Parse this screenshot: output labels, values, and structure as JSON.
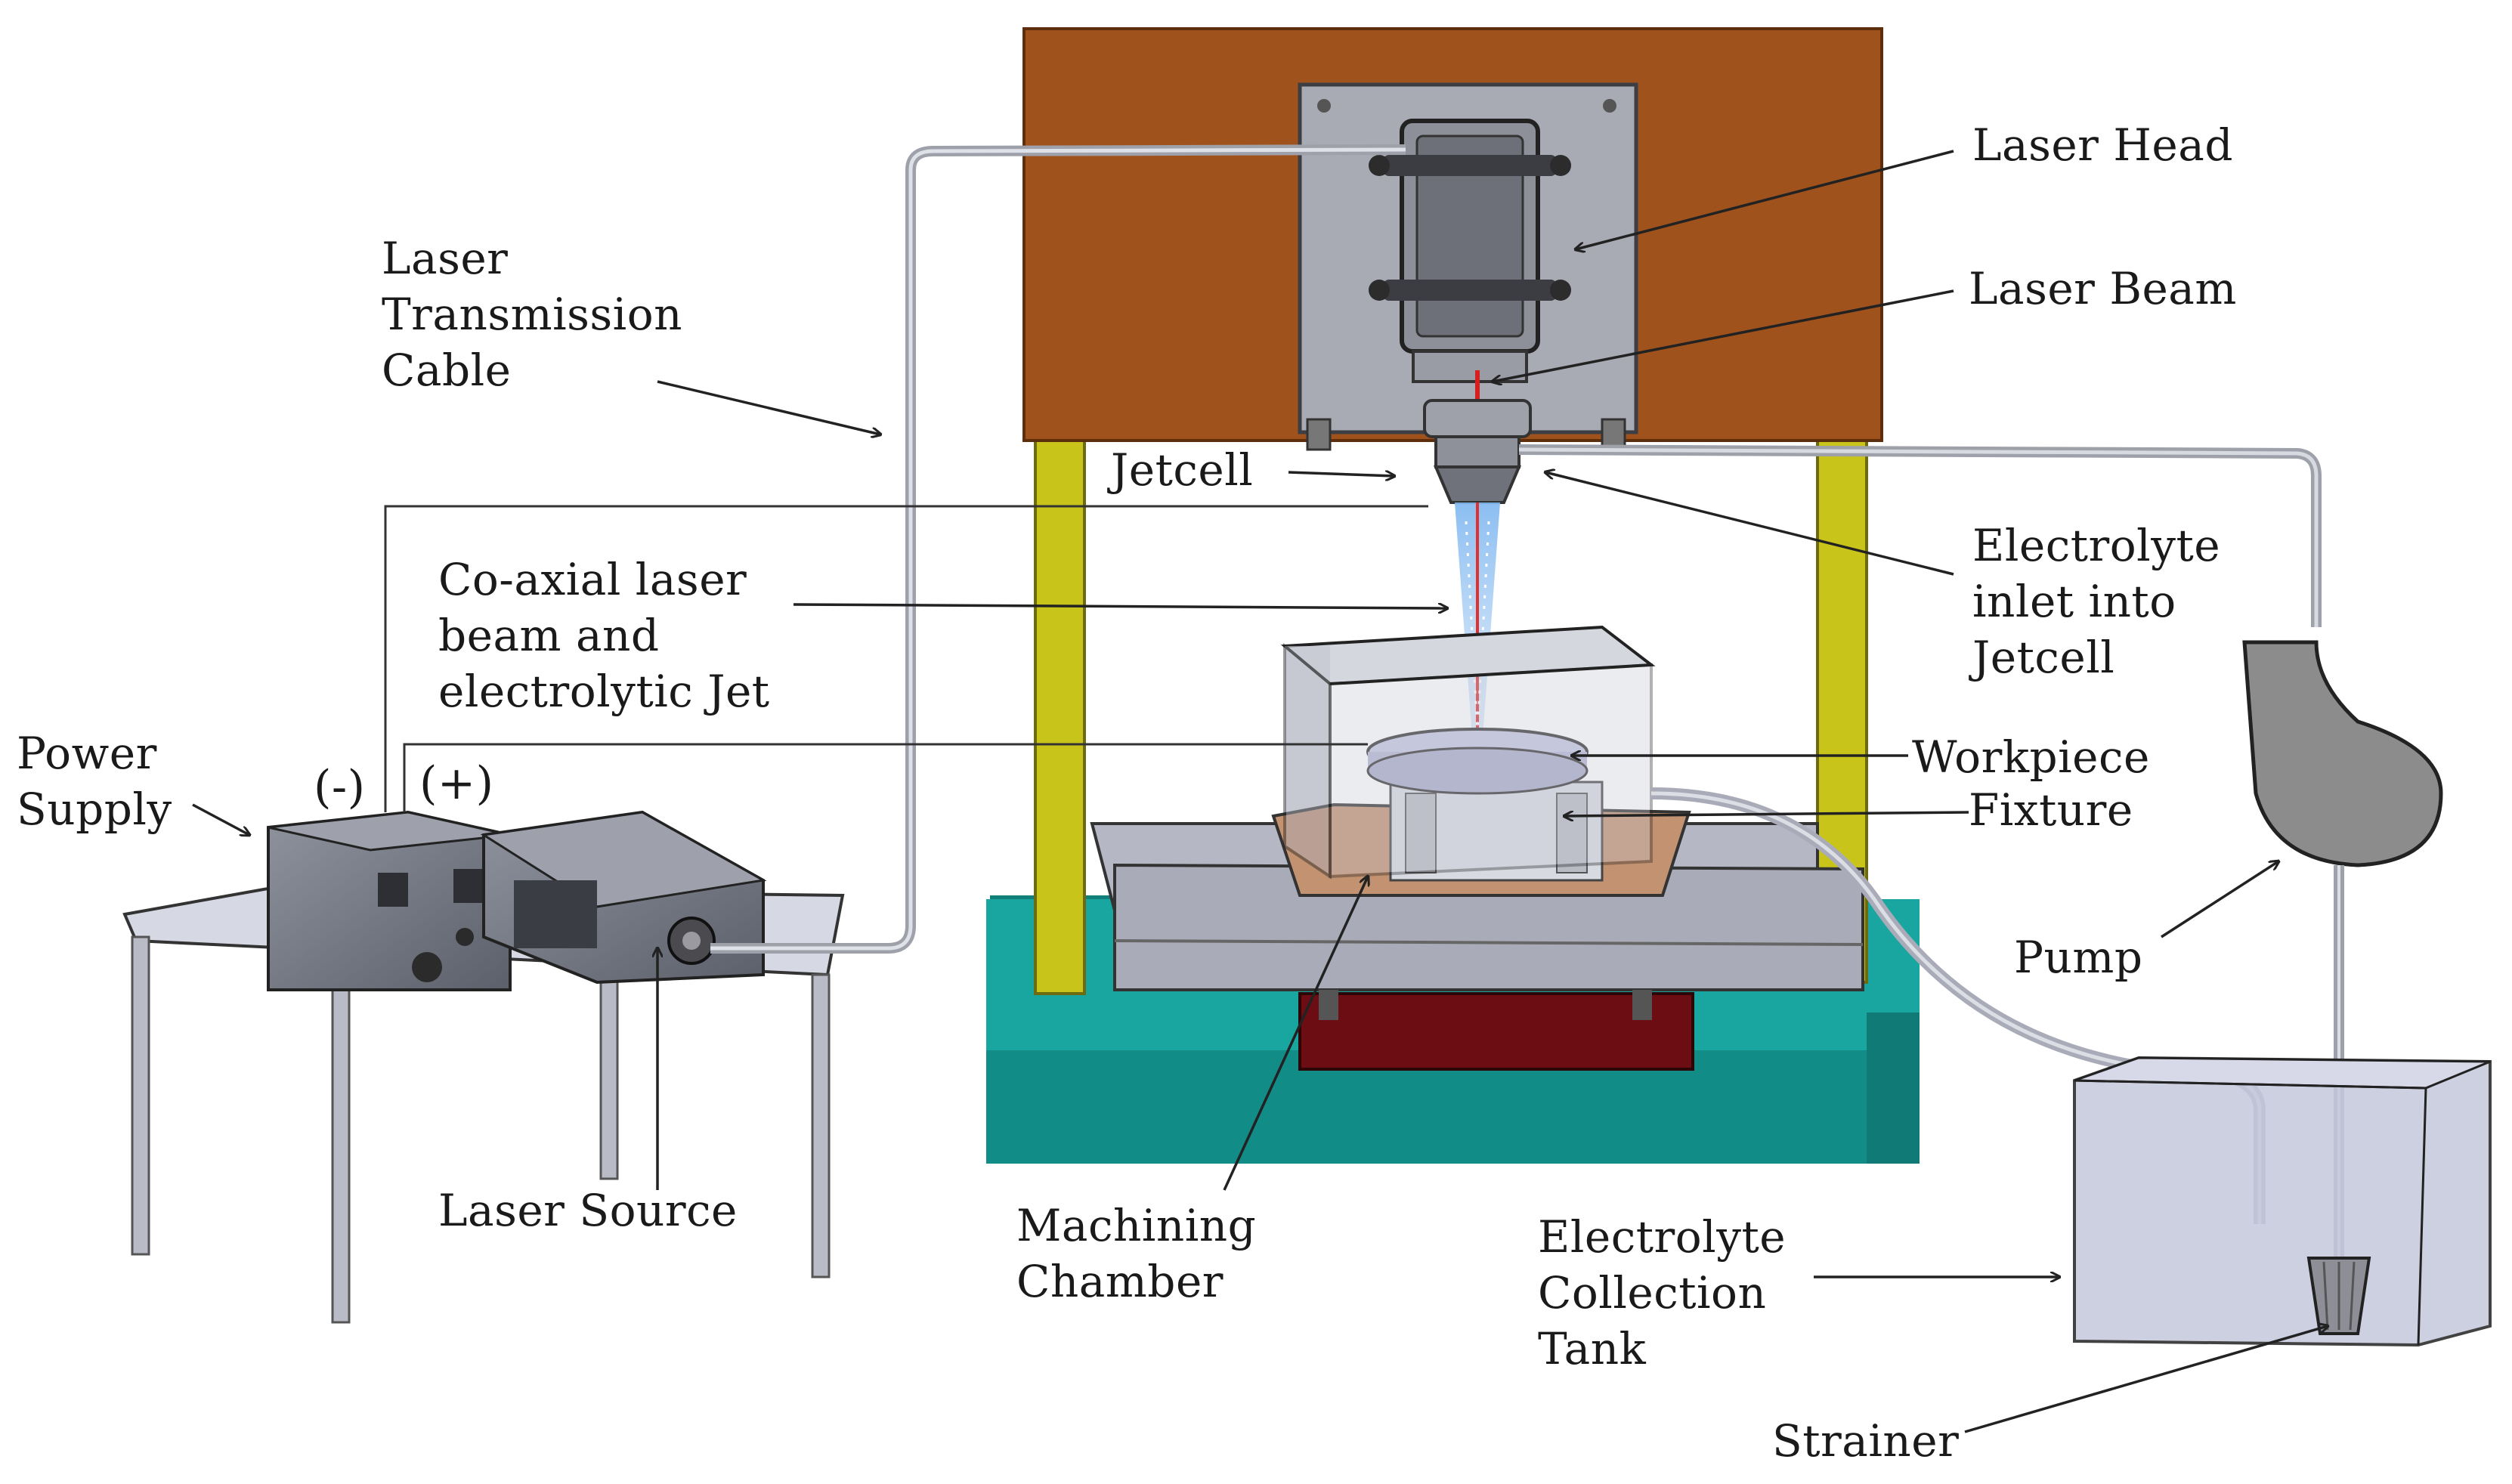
{
  "labels": {
    "laser_head": "Laser Head",
    "laser_beam": "Laser Beam",
    "laser_transmission_cable": [
      "Laser",
      "Transmission",
      "Cable"
    ],
    "jetcell": "Jetcell",
    "electrolyte_inlet": [
      "Electrolyte",
      "inlet into",
      "Jetcell"
    ],
    "coaxial": [
      "Co-axial laser",
      "beam and",
      "electrolytic Jet"
    ],
    "power_supply": [
      "Power",
      "Supply"
    ],
    "negative": "(-)",
    "positive": "(+)",
    "workpiece": "Workpiece",
    "fixture": "Fixture",
    "pump": "Pump",
    "laser_source": "Laser Source",
    "machining_chamber": [
      "Machining",
      "Chamber"
    ],
    "electrolyte_collection_tank": [
      "Electrolyte",
      "Collection",
      "Tank"
    ],
    "strainer": "Strainer"
  },
  "colors": {
    "frame_top": "#a0521c",
    "frame_legs": "#c9c41a",
    "base": "#1aa6a0",
    "machine_gray": "#a9acb8",
    "stage_dark": "#6b0d12",
    "fixture_tan": "#c39270",
    "tank_fill": "#c5c8dc",
    "pump_gray": "#8c8c8c"
  }
}
